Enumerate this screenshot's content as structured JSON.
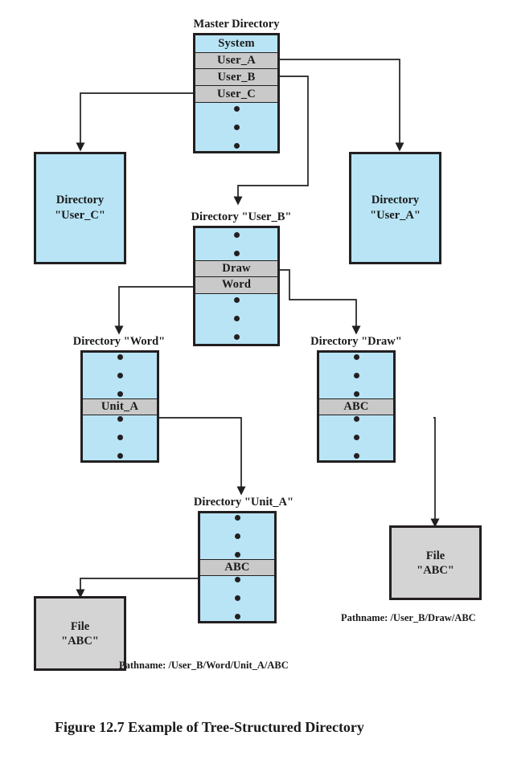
{
  "figure": {
    "caption": "Figure 12.7  Example of Tree-Structured Directory"
  },
  "nodes": {
    "master": {
      "title": "Master Directory",
      "entries": [
        "System",
        "User_A",
        "User_B",
        "User_C"
      ]
    },
    "user_c": {
      "label_line1": "Directory",
      "label_line2": "\"User_C\""
    },
    "user_a": {
      "label_line1": "Directory",
      "label_line2": "\"User_A\""
    },
    "user_b": {
      "title": "Directory \"User_B\"",
      "entries": [
        "Draw",
        "Word"
      ]
    },
    "word": {
      "title": "Directory \"Word\"",
      "entries": [
        "Unit_A"
      ]
    },
    "draw": {
      "title": "Directory \"Draw\"",
      "entries": [
        "ABC"
      ]
    },
    "unit_a": {
      "title": "Directory \"Unit_A\"",
      "entries": [
        "ABC"
      ]
    },
    "file_left": {
      "label_line1": "File",
      "label_line2": "\"ABC\"",
      "pathname": "Pathname: /User_B/Word/Unit_A/ABC"
    },
    "file_right": {
      "label_line1": "File",
      "label_line2": "\"ABC\"",
      "pathname": "Pathname: /User_B/Draw/ABC"
    }
  },
  "colors": {
    "directory_fill": "#b8e4f5",
    "entry_fill": "#c9c9c9",
    "file_fill": "#d4d4d4",
    "stroke": "#231f20"
  }
}
